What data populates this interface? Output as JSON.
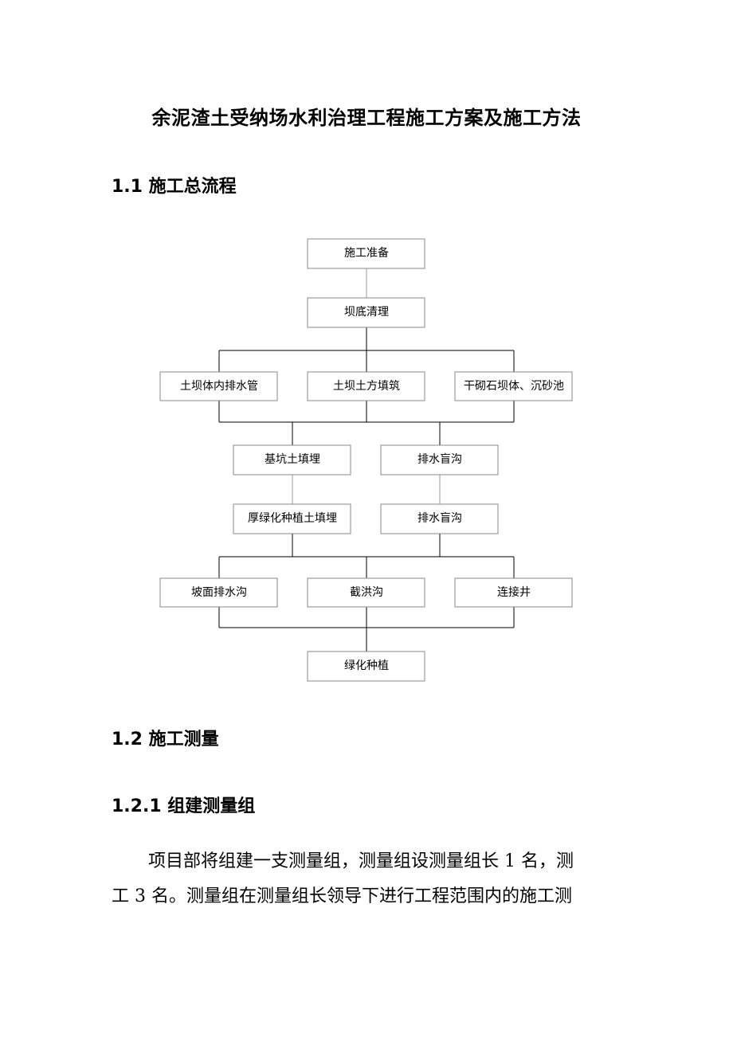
{
  "doc": {
    "title": "余泥渣土受纳场水利治理工程施工方案及施工方法",
    "section_1_1": "1.1 施工总流程",
    "section_1_2": "1.2 施工测量",
    "section_1_2_1": "1.2.1 组建测量组",
    "paragraph_lines": [
      "项目部将组建一支测量组，测量组设测量组长 1 名，测",
      "工 3 名。测量组在测量组长领导下进行工程范围内的施工测"
    ]
  },
  "flowchart": {
    "nodes": {
      "prep": "施工准备",
      "clean": "坝底清理",
      "drain_pipe": "土坝体内排水管",
      "earth_fill": "土坝土方填筑",
      "dry_stone": "干砌石坝体、沉砂池",
      "pit_fill": "基坑土填埋",
      "blind_ditch_1": "排水盲沟",
      "green_soil": "厚绿化种植土填埋",
      "blind_ditch_2": "排水盲沟",
      "slope_ditch": "坡面排水沟",
      "flood_ditch": "截洪沟",
      "well": "连接井",
      "planting": "绿化种植"
    }
  }
}
